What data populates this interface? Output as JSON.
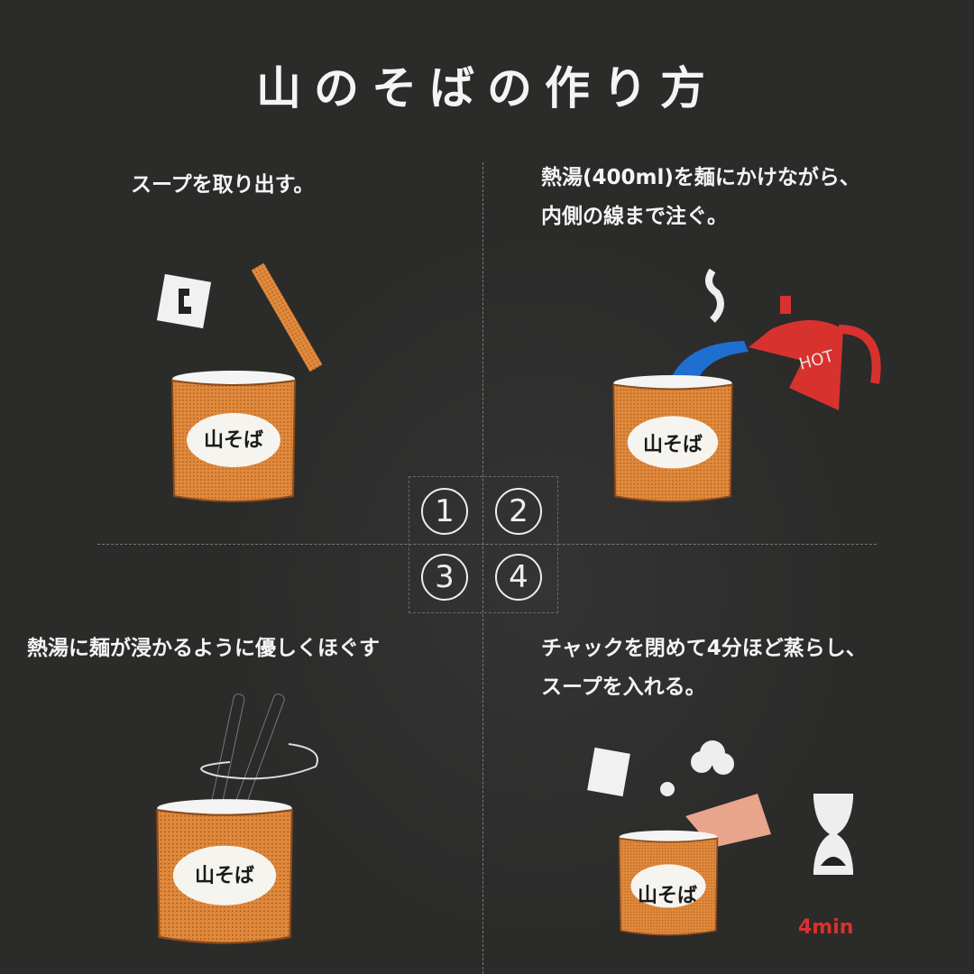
{
  "title": "山のそばの作り方",
  "steps": [
    {
      "number": "1",
      "lines": [
        "スープを取り出す。"
      ]
    },
    {
      "number": "2",
      "lines": [
        "熱湯(400ml)を麺にかけながら、",
        "内側の線まで注ぐ。"
      ]
    },
    {
      "number": "3",
      "lines": [
        "熱湯に麺が浸かるように優しくほぐす"
      ]
    },
    {
      "number": "4",
      "lines": [
        "チャックを閉めて4分ほど蒸らし、",
        "スープを入れる。"
      ]
    }
  ],
  "illustration": {
    "can_label": "山そば",
    "kettle_label": "HOT",
    "timer_label": "4min"
  },
  "colors": {
    "background": "#2b2b2a",
    "can": "#e08a3c",
    "kettle": "#d8322e",
    "water": "#1f6fd1"
  }
}
